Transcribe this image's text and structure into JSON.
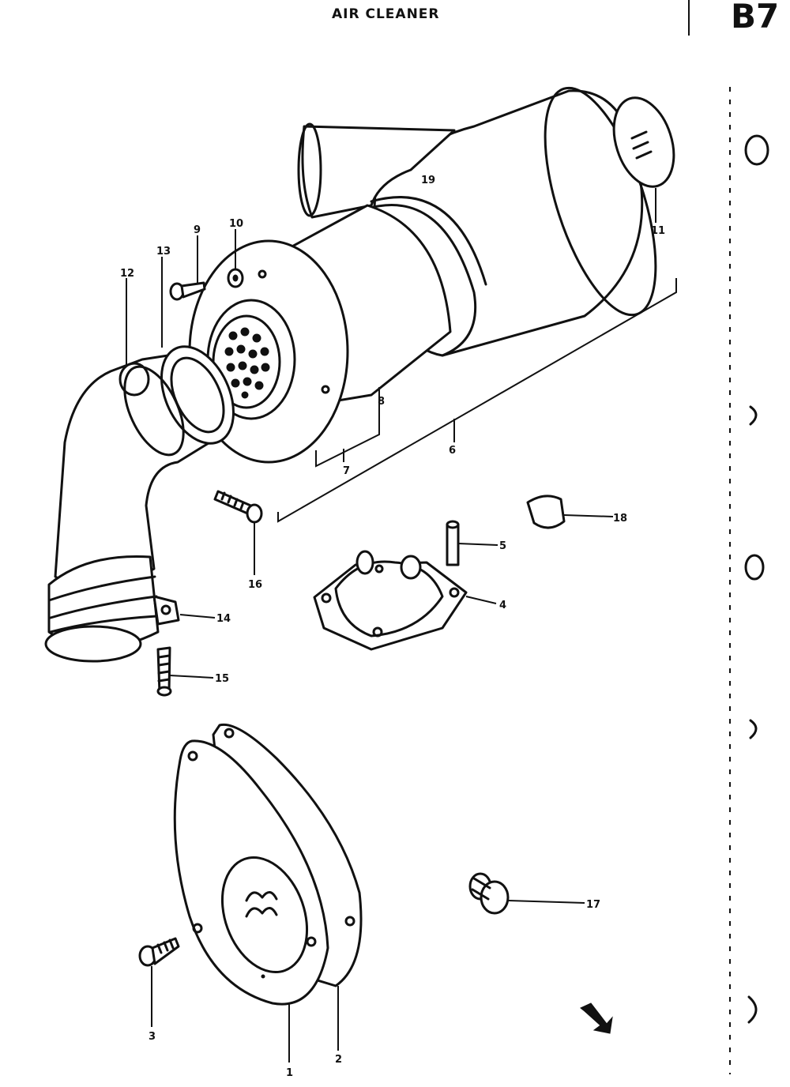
{
  "header": {
    "title": "AIR CLEANER",
    "page_code": "B7"
  },
  "callouts": {
    "c1": "1",
    "c2": "2",
    "c3": "3",
    "c4": "4",
    "c5": "5",
    "c6": "6",
    "c7": "7",
    "c8": "8",
    "c9": "9",
    "c10": "10",
    "c11": "11",
    "c12": "12",
    "c13": "13",
    "c14": "14",
    "c15": "15",
    "c16": "16",
    "c17": "17",
    "c18": "18",
    "c19": "19"
  }
}
